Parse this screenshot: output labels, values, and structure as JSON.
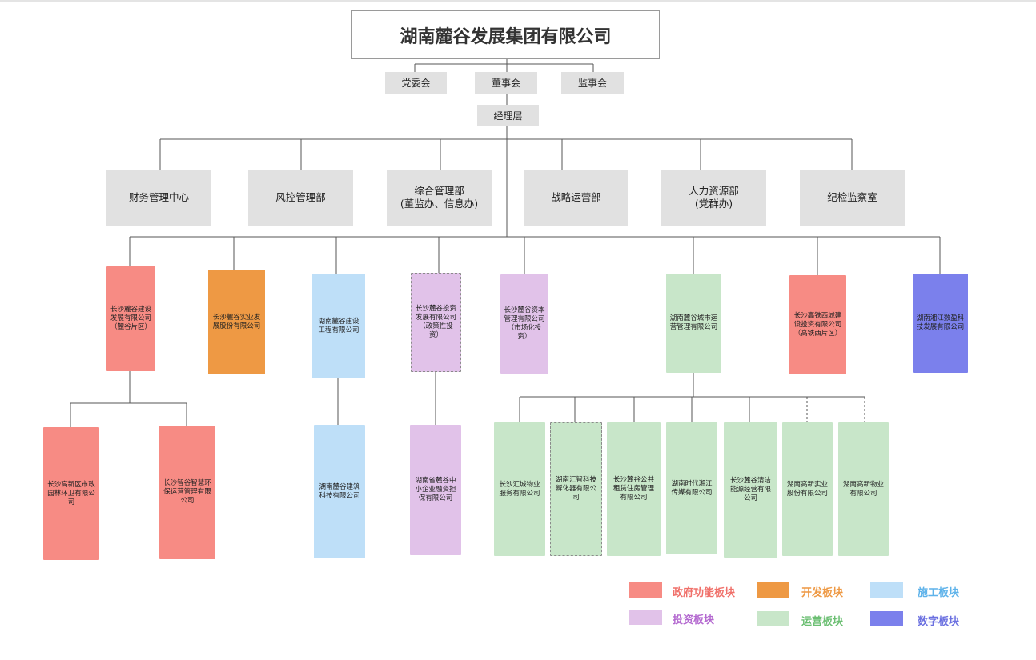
{
  "title": "湖南麓谷发展集团有限公司",
  "governance": {
    "party": "党委会",
    "board": "董事会",
    "supervisory": "监事会",
    "management": "经理层"
  },
  "departments": {
    "finance": "财务管理中心",
    "risk": "风控管理部",
    "general_line1": "综合管理部",
    "general_line2": "(董监办、信息办)",
    "strategy": "战略运营部",
    "hr_line1": "人力资源部",
    "hr_line2": "(党群办)",
    "discipline": "纪检监察室"
  },
  "companies": {
    "c1": "长沙麓谷建设发展有限公司（麓谷片区）",
    "c2": "长沙麓谷实业发展股份有限公司",
    "c3": "湖南麓谷建设工程有限公司",
    "c4": "长沙麓谷投资发展有限公司（政策性投资）",
    "c5": "长沙麓谷资本管理有限公司（市场化投资）",
    "c6": "湖南麓谷城市运营管理有限公司",
    "c7": "长沙高铁西城建设投资有限公司（高铁西片区）",
    "c8": "湖南湘江数盈科技发展有限公司"
  },
  "subsidiaries": {
    "s1": "长沙高新区市政园林环卫有限公司",
    "s2": "长沙智谷智慧环保运营管理有限公司",
    "s3": "湖南麓谷建筑科技有限公司",
    "s4": "湖南省麓谷中小企业融资担保有限公司",
    "s5": "长沙汇城物业服务有限公司",
    "s6": "湖南汇智科技孵化器有限公司",
    "s7": "长沙麓谷公共租赁住房管理有限公司",
    "s8": "湖南时代湘江传媒有限公司",
    "s9": "长沙麓谷清洁能源经营有限公司",
    "s10": "湖南高新实业股份有限公司",
    "s11": "湖南高新物业有限公司"
  },
  "legend": [
    {
      "label": "政府功能板块",
      "color": "#f78b84",
      "text_color": "#f0706a"
    },
    {
      "label": "开发板块",
      "color": "#ee9944",
      "text_color": "#ee9944"
    },
    {
      "label": "施工板块",
      "color": "#bedff8",
      "text_color": "#5fb3ea"
    },
    {
      "label": "投资板块",
      "color": "#e1c2e9",
      "text_color": "#b46ad0"
    },
    {
      "label": "运营板块",
      "color": "#c8e6c9",
      "text_color": "#6cbf73"
    },
    {
      "label": "数字板块",
      "color": "#7b80ec",
      "text_color": "#6b70e0"
    }
  ]
}
